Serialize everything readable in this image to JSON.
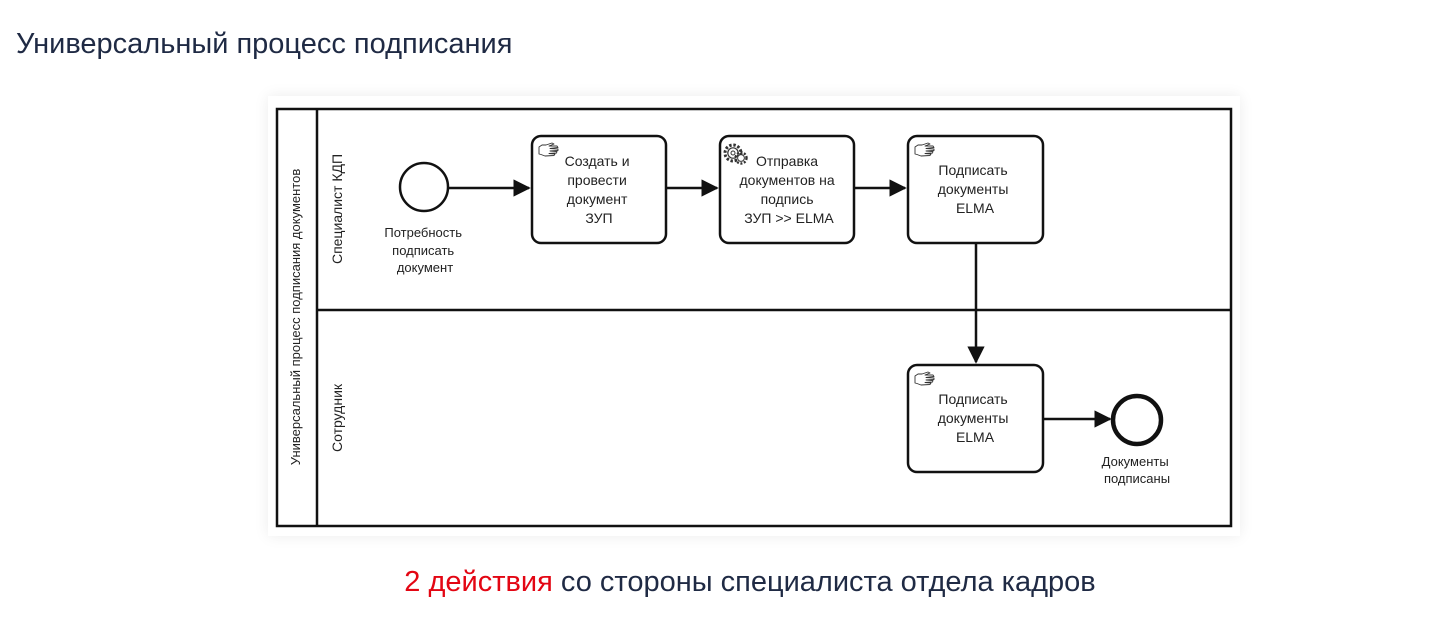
{
  "page": {
    "title": "Универсальный процесс подписания",
    "caption_highlight": "2 действия",
    "caption_rest": " со стороны специалиста отдела кадров",
    "highlight_color": "#e30613"
  },
  "diagram": {
    "pool_label": "Универсальный процесс подписания документов",
    "lanes": [
      {
        "label": "Специалист КДП"
      },
      {
        "label": "Сотрудник"
      }
    ],
    "start_event": {
      "label_lines": [
        "Потребность",
        "подписать",
        "документ"
      ]
    },
    "tasks": [
      {
        "kind": "manual",
        "icon": "hand-icon",
        "lines": [
          "Создать и",
          "провести",
          "документ",
          "ЗУП"
        ]
      },
      {
        "kind": "service",
        "icon": "gear-icon",
        "lines": [
          "Отправка",
          "документов на",
          "подпись",
          "ЗУП >> ELMA"
        ]
      },
      {
        "kind": "manual",
        "icon": "hand-icon",
        "lines": [
          "Подписать",
          "документы",
          "ELMA"
        ]
      },
      {
        "kind": "manual",
        "icon": "hand-icon",
        "lines": [
          "Подписать",
          "документы",
          "ELMA"
        ]
      }
    ],
    "end_event": {
      "label_lines": [
        "Документы",
        "подписаны"
      ]
    }
  }
}
